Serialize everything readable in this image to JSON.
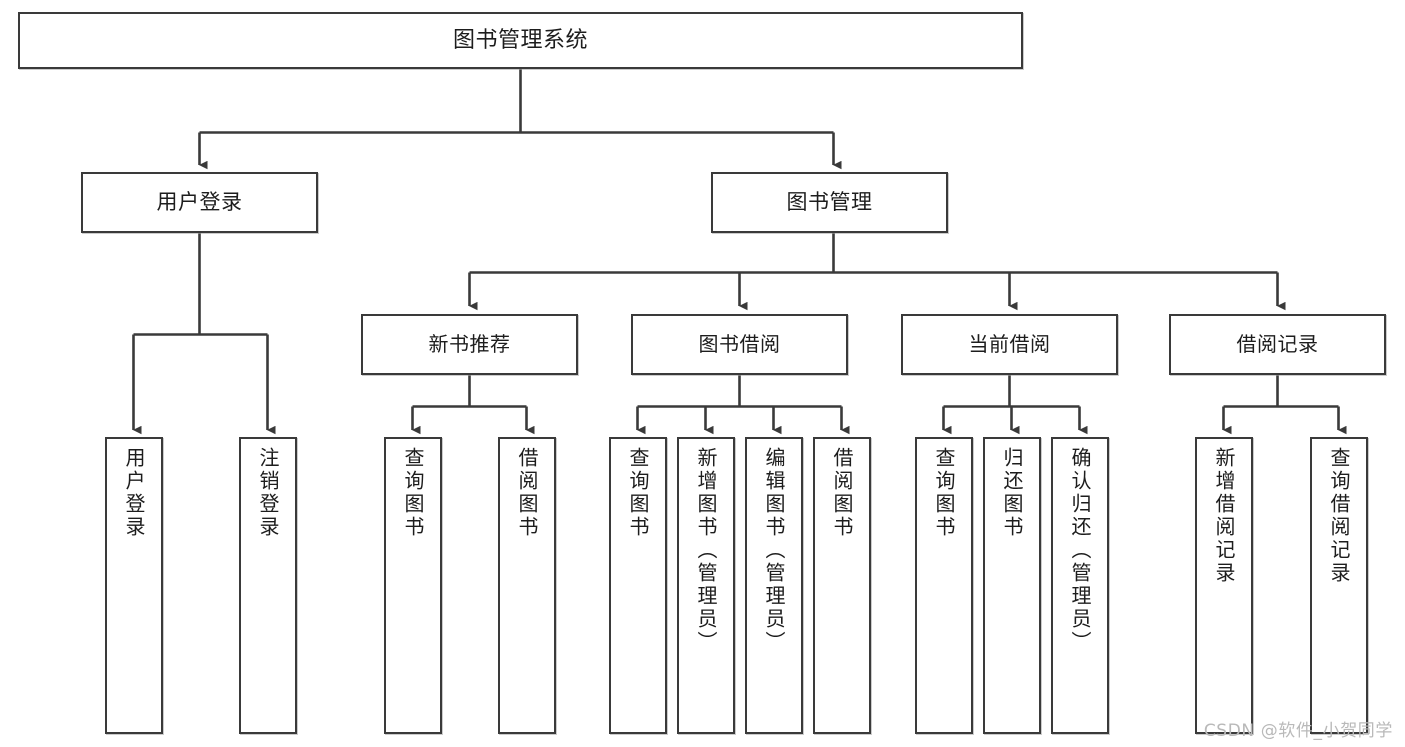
{
  "diagram": {
    "title": "图书管理系统",
    "type": "tree-hierarchy-diagram",
    "colors": {
      "box_border": "#3a3a3a",
      "box_fill": "#ffffff",
      "connector": "#3a3a3a",
      "watermark": "#b9b9b9",
      "background": "#ffffff"
    },
    "root": {
      "label": "图书管理系统"
    },
    "level2": [
      {
        "label": "用户登录"
      },
      {
        "label": "图书管理"
      }
    ],
    "level3": [
      {
        "label": "新书推荐"
      },
      {
        "label": "图书借阅"
      },
      {
        "label": "当前借阅"
      },
      {
        "label": "借阅记录"
      }
    ],
    "leaves": {
      "user_login": [
        {
          "label": "用户登录"
        },
        {
          "label": "注销登录"
        }
      ],
      "new_book_recommend": [
        {
          "label": "查询图书"
        },
        {
          "label": "借阅图书"
        }
      ],
      "book_borrow": [
        {
          "label": "查询图书"
        },
        {
          "label": "新增图书（管理员）"
        },
        {
          "label": "编辑图书（管理员）"
        },
        {
          "label": "借阅图书"
        }
      ],
      "current_borrow": [
        {
          "label": "查询图书"
        },
        {
          "label": "归还图书"
        },
        {
          "label": "确认归还（管理员）"
        }
      ],
      "borrow_record": [
        {
          "label": "新增借阅记录"
        },
        {
          "label": "查询借阅记录"
        }
      ]
    }
  },
  "watermark": {
    "text": "CSDN @软件_小贺同学"
  }
}
